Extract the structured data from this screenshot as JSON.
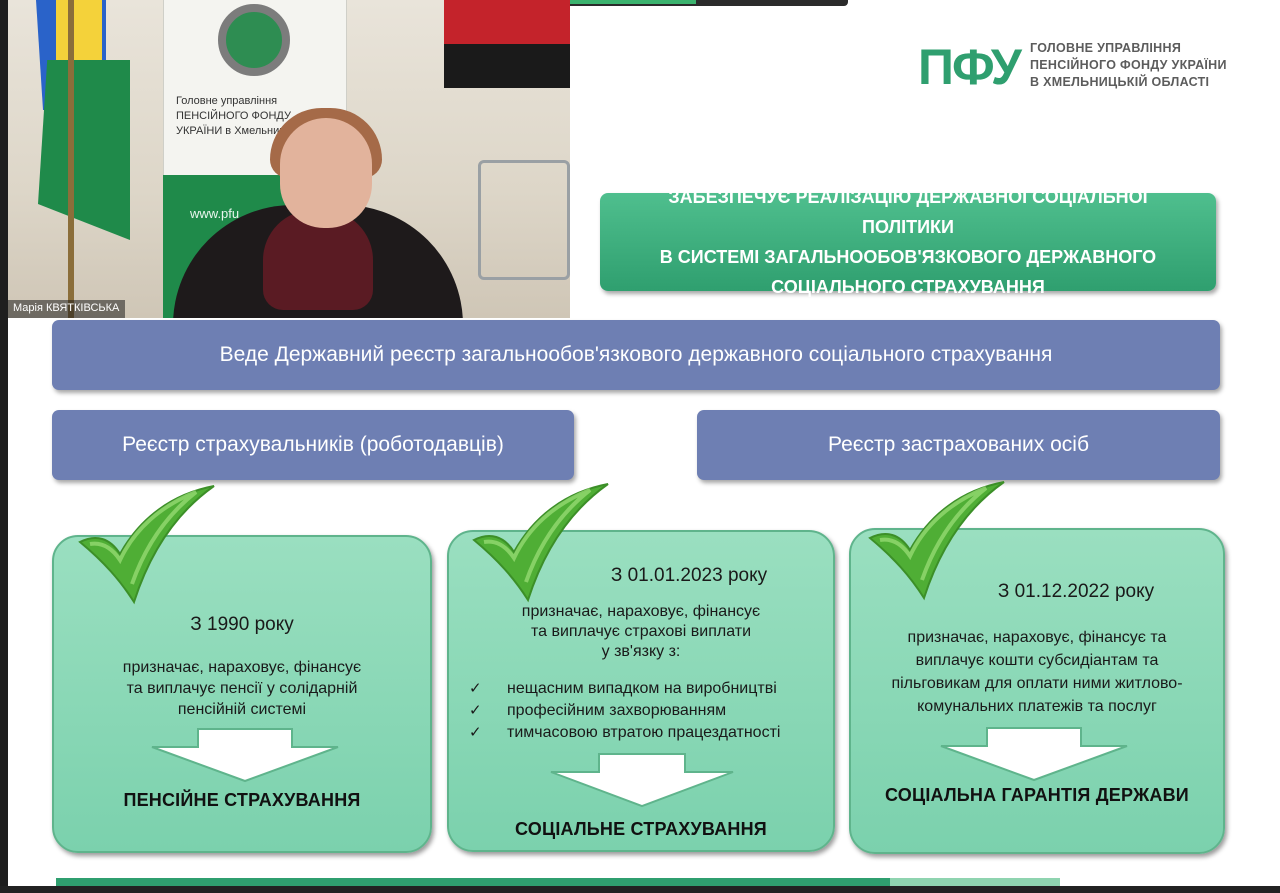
{
  "video": {
    "participant_name": "Марія КВЯТКІВСЬКА",
    "banner_text": "Головне управління ПЕНСІЙНОГО ФОНДУ УКРАЇНИ в Хмельницькій",
    "banner_url": "www.pfu"
  },
  "logo": {
    "mark": "ПФУ",
    "line1": "ГОЛОВНЕ УПРАВЛІННЯ",
    "line2": "ПЕНСІЙНОГО ФОНДУ УКРАЇНИ",
    "line3": "В ХМЕЛЬНИЦЬКІЙ ОБЛАСТІ",
    "color": "#2f9f6f"
  },
  "headline": {
    "line1": "ЗАБЕЗПЕЧУЄ РЕАЛІЗАЦІЮ ДЕРЖАВНОЇ СОЦІАЛЬНОЇ ПОЛІТИКИ",
    "line2": "В СИСТЕМІ ЗАГАЛЬНООБОВ'ЯЗКОВОГО ДЕРЖАВНОГО",
    "line3": "СОЦІАЛЬНОГО СТРАХУВАННЯ"
  },
  "registry": {
    "main": "Веде Державний реєстр загальнообов'язкового державного соціального страхування",
    "left": "Реєстр страхувальників (роботодавців)",
    "right": "Реєстр застрахованих осіб"
  },
  "cards": [
    {
      "title": "З 1990 року",
      "body1": "призначає, нараховує, фінансує",
      "body2": "та виплачує пенсії у солідарній",
      "body3": "пенсійній системі",
      "footer": "ПЕНСІЙНЕ СТРАХУВАННЯ"
    },
    {
      "title": "З 01.01.2023 року",
      "body1": "призначає, нараховує, фінансує",
      "body2": "та виплачує страхові виплати",
      "body3": "у зв'язку з:",
      "list": [
        "нещасним випадком на виробництві",
        "професійним захворюванням",
        "тимчасовою втратою працездатності"
      ],
      "tick": "✓",
      "footer": "СОЦІАЛЬНЕ СТРАХУВАННЯ"
    },
    {
      "title": "З 01.12.2022 року",
      "body1": "призначає, нараховує, фінансує та",
      "body2": "виплачує кошти субсидіантам та",
      "body3": "пільговикам для оплати ними житлово-",
      "body4": "комунальних платежів та послуг",
      "footer": "СОЦІАЛЬНА ГАРАНТІЯ ДЕРЖАВИ"
    }
  ],
  "colors": {
    "green_dark": "#2f9f6f",
    "green_card": "#8fd9b8",
    "blue_box": "#6e7fb3",
    "check_green": "#4fae35"
  },
  "icons": {
    "checkmark": "checkmark-icon",
    "down_arrow": "down-arrow-icon"
  }
}
